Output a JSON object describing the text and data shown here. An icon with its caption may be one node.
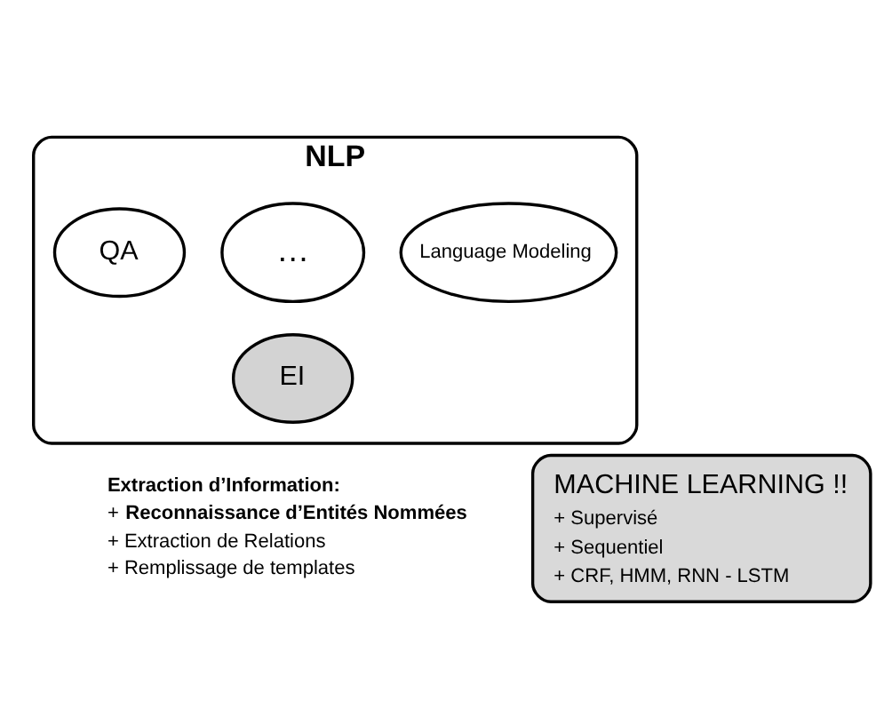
{
  "diagram": {
    "nodes": [
      {
        "text": [
          "NLP"
        ]
      },
      {
        "text": [
          "Language Modeling"
        ],
        "in": 0
      },
      {
        "text": [
          "…"
        ],
        "in": 0
      },
      {
        "text": [
          "QA"
        ],
        "in": 0
      },
      {
        "text": [
          "EI"
        ],
        "in": 0
      },
      {
        "text": [
          "MACHINE LEARNING !!",
          "+ Supervisé",
          "+ Sequentiel",
          "+ CRF, HMM, RNN - LSTM"
        ]
      }
    ],
    "edges": [],
    "labels": [
      "Extraction d’Information:",
      "+ **Reconnaissance d’Entités Nommées**",
      "+ Extraction de Relations",
      "+ Remplissage de templates"
    ]
  }
}
